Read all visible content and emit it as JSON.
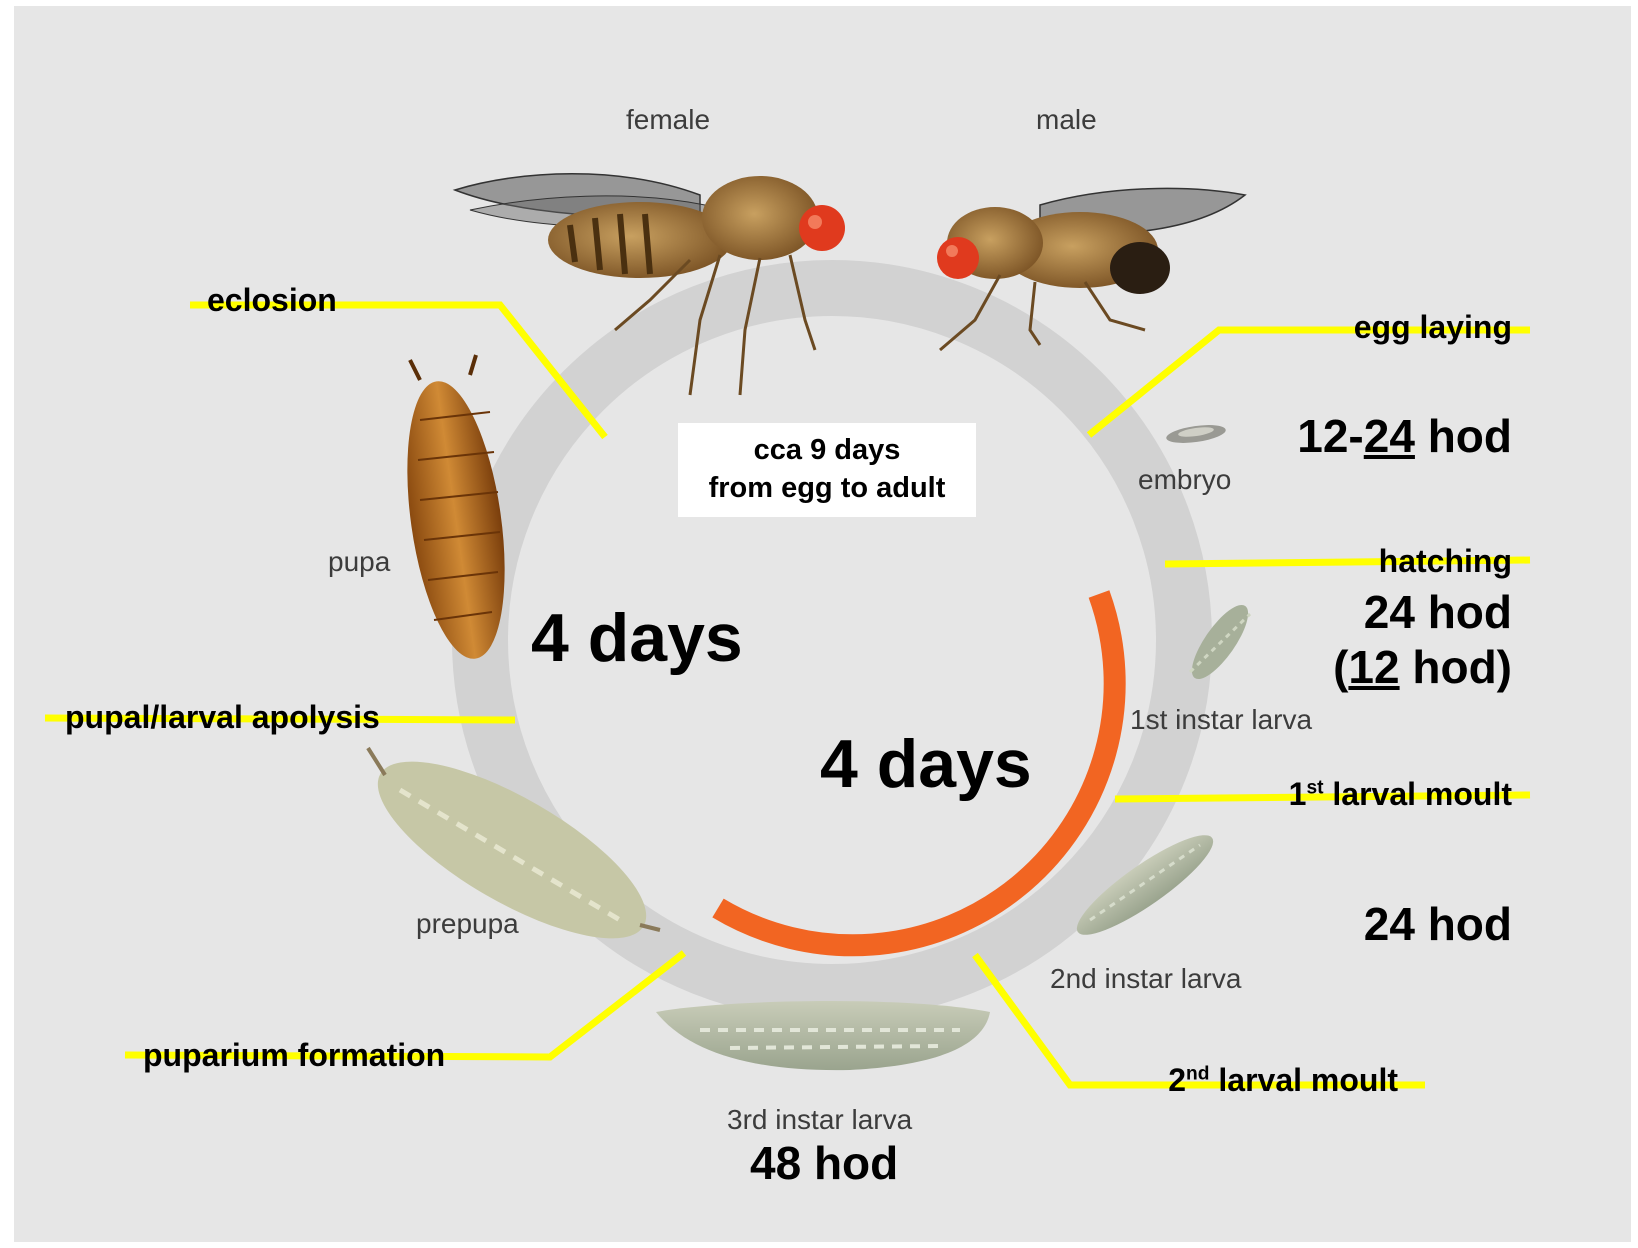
{
  "colors": {
    "background": "#e6e6e6",
    "cycle_ring": "#d2d2d2",
    "larval_arc": "#f26522",
    "leader_lines": "#ffff00",
    "text": "#000000"
  },
  "icons": [
    "female-fly-icon",
    "male-fly-icon",
    "embryo-icon",
    "first-instar-larva-icon",
    "second-instar-larva-icon",
    "third-instar-larva-icon",
    "prepupa-icon",
    "pupa-icon"
  ],
  "center_box": {
    "line1": "cca 9 days",
    "line2": "from egg to adult"
  },
  "stages": {
    "female": "female",
    "male": "male",
    "embryo": "embryo",
    "larva1": "1st instar larva",
    "larva2": "2nd instar larva",
    "larva3": "3rd instar larva",
    "prepupa": "prepupa",
    "pupa": "pupa"
  },
  "events": {
    "eclosion": "eclosion",
    "egg_laying": "egg laying",
    "hatching": "hatching",
    "first_moult_num": "1",
    "first_moult_sup": "st",
    "first_moult_rest": " larval moult",
    "second_moult_num": "2",
    "second_moult_sup": "nd",
    "second_moult_rest": " larval moult",
    "puparium_formation": "puparium formation",
    "apolysis": "pupal/larval apolysis"
  },
  "durations": {
    "embryo_a": "12-",
    "embryo_b": "24",
    "embryo_c": " hod",
    "larva1_main": "24 hod",
    "larva1_alt_open": "(",
    "larva1_alt_num": "12",
    "larva1_alt_close": " hod)",
    "larva2": "24 hod",
    "larva3": "48 hod",
    "pupal_days": "4 days",
    "larval_days": "4 days"
  }
}
